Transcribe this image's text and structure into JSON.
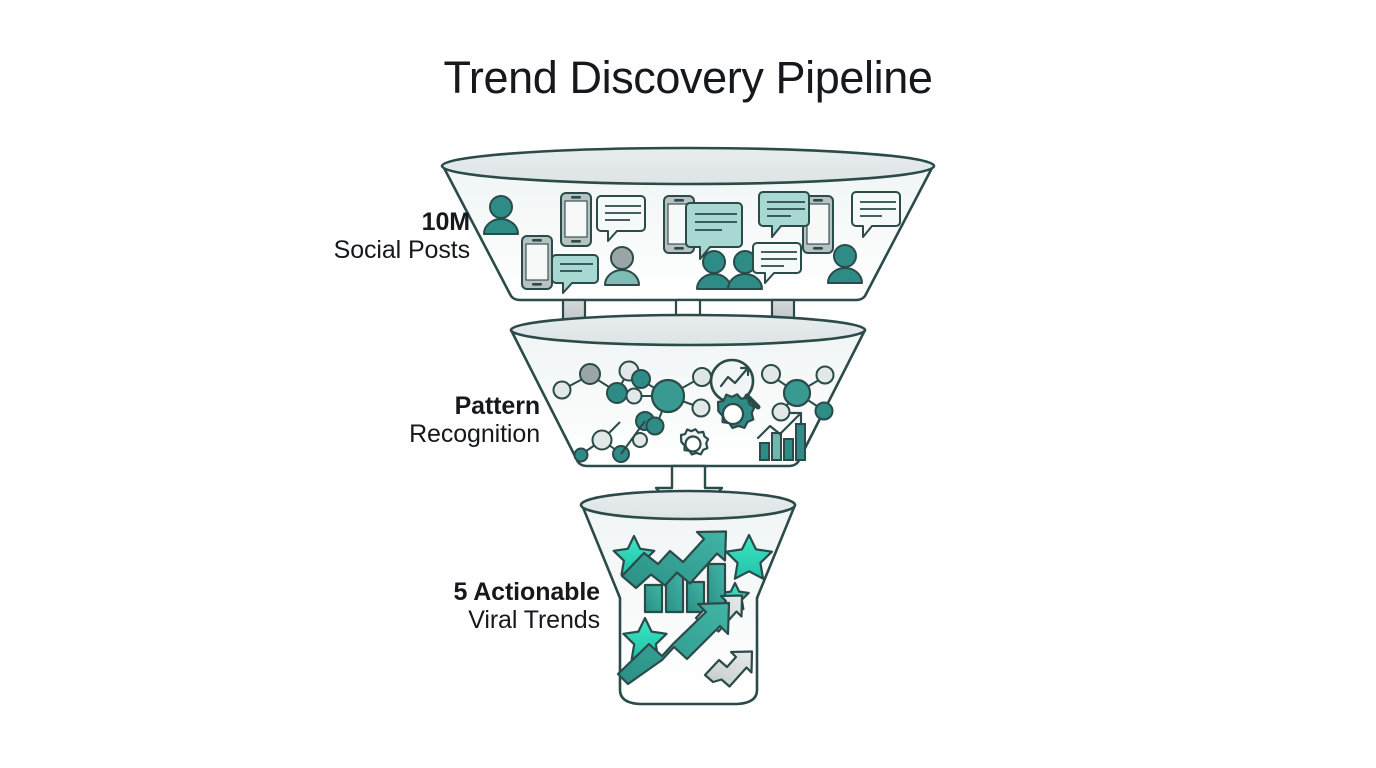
{
  "page": {
    "title": "Trend Discovery Pipeline",
    "background_color": "#ffffff"
  },
  "palette": {
    "stroke_dark": "#2b4a4a",
    "teal": "#2e8b85",
    "teal_light": "#a8d8d2",
    "teal_bright": "#2fd8b8",
    "teal_mid": "#56a99f",
    "gray_icon": "#9aa6a6",
    "gray_arrow": "#b6bcbd",
    "funnel_fill_top": "#f3f6f6",
    "funnel_fill_bottom": "#ffffff",
    "ellipse_fill": "#e4e9ea",
    "text_color": "#15181c"
  },
  "stages": [
    {
      "id": "social-posts",
      "primary": "10M",
      "secondary": "Social Posts",
      "icons": [
        "person-icon",
        "smartphone-icon",
        "speech-bubble-icon"
      ]
    },
    {
      "id": "pattern-recognition",
      "primary": "Pattern",
      "secondary": "Recognition",
      "icons": [
        "network-node-icon",
        "magnifier-chart-icon",
        "gear-icon",
        "bar-chart-trend-icon"
      ]
    },
    {
      "id": "viral-trends",
      "primary": "5 Actionable",
      "secondary": "Viral Trends",
      "icons": [
        "star-icon",
        "bar-chart-arrow-icon",
        "trend-arrow-icon"
      ]
    }
  ],
  "connectors": [
    {
      "id": "connector-1",
      "from": "social-posts",
      "to": "pattern-recognition",
      "arrow_count": 3
    },
    {
      "id": "connector-2",
      "from": "pattern-recognition",
      "to": "viral-trends",
      "arrow_count": 1
    }
  ],
  "chart_data": {
    "type": "bar",
    "title": "Trend Discovery Pipeline",
    "categories": [
      "Social Posts",
      "Pattern Recognition",
      "Actionable Viral Trends"
    ],
    "values": [
      10000000,
      null,
      5
    ],
    "value_labels": [
      "10M",
      "Pattern Recognition",
      "5"
    ],
    "xlabel": "",
    "ylabel": "",
    "legend": []
  }
}
